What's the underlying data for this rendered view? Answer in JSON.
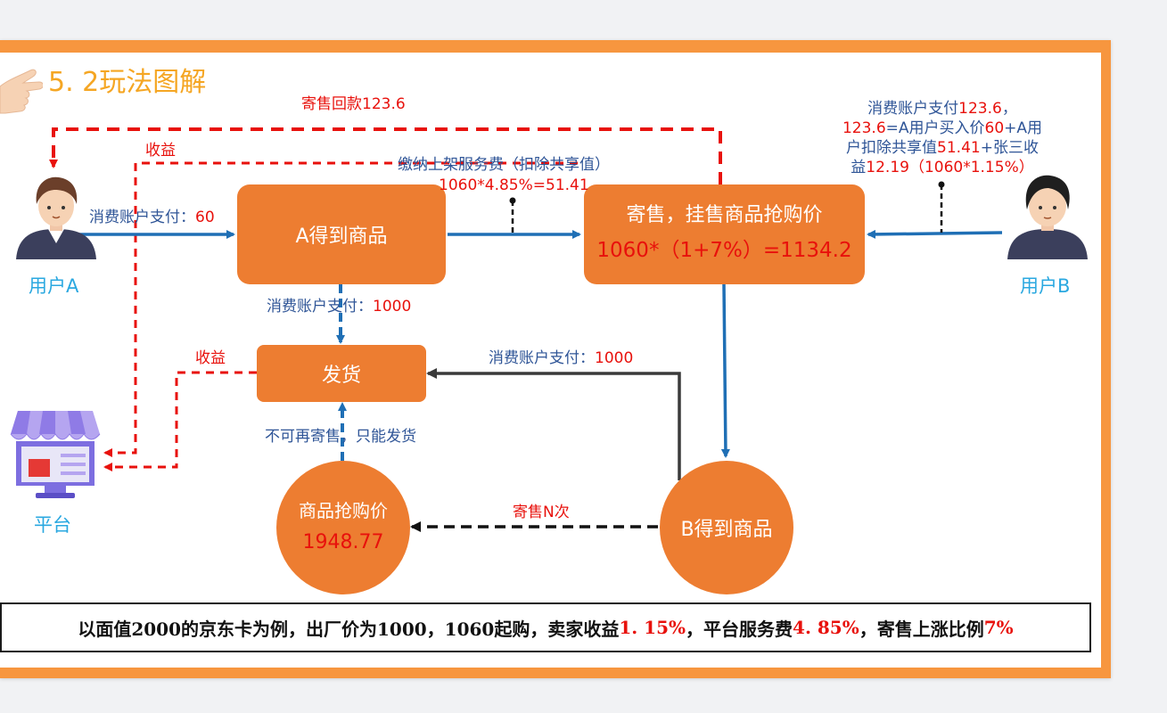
{
  "section": {
    "title": "5. 2玩法图解"
  },
  "actors": {
    "user_a": "用户A",
    "user_b": "用户B",
    "platform": "平台"
  },
  "nodes": {
    "a_gets": "A得到商品",
    "consign_title": "寄售，挂售商品抢购价",
    "consign_formula": "1060*（1+7%）=1134.2",
    "ship": "发货",
    "b_gets": "B得到商品",
    "panic_price_title": "商品抢购价",
    "panic_price_value": "1948.77"
  },
  "labels": {
    "refund_prefix": "寄售回款",
    "refund_value": "123.6",
    "income_top": "收益",
    "income_mid": "收益",
    "pay_a_prefix": "消费账户支付：",
    "pay_a_value": "60",
    "service_fee_text": "缴纳上架服务费（扣除共享值）",
    "service_fee_formula": "1060*4.85%=51.41",
    "pay_1000_prefix": "消费账户支付：",
    "pay_1000_value": "1000",
    "pay_b_1000_prefix": "消费账户支付：",
    "pay_b_1000_value": "1000",
    "no_resell": "不可再寄售，只能发货",
    "consign_n": "寄售N次",
    "user_b_pay": {
      "l1_prefix": "消费账户支付",
      "l1_value": "123.6",
      "l1_suffix": "，",
      "l2_v1": "123.6",
      "l2_t1": "=A用户买入价",
      "l2_v2": "60",
      "l2_t2": "+A用",
      "l3_t1": "户扣除共享值",
      "l3_v1": "51.41",
      "l3_t2": "+张三收",
      "l4_t1": "益",
      "l4_v1": "12.19（1060*1.15%）"
    }
  },
  "caption": {
    "t1": "以面值2000的京东卡为例，出厂价为1000，1060起购，卖家收益",
    "v1": "1. 15%",
    "t2": "，平台服务费",
    "v2": "4. 85%",
    "t3": "，寄售上涨比例",
    "v3": "7%"
  },
  "colors": {
    "accent_orange": "#ed7d31",
    "frame_orange": "#f7963f",
    "arrow_blue": "#1f6fb5",
    "dash_red": "#e8110c",
    "label_blue": "#2f5597",
    "title_orange": "#f5a623"
  }
}
